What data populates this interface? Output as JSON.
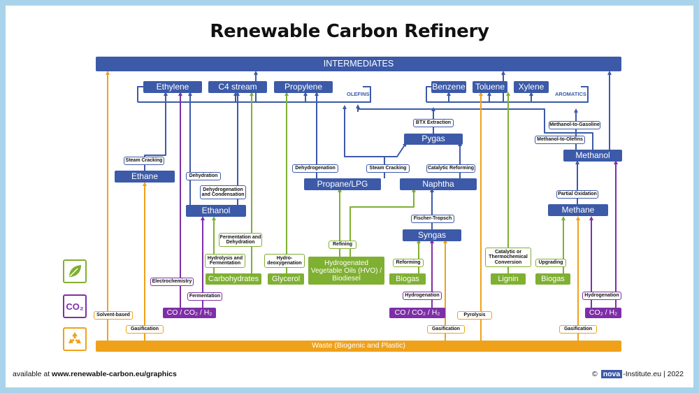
{
  "title": "Renewable Carbon Refinery",
  "top_bar": "INTERMEDIATES",
  "bottom_bar": "Waste (Biogenic and Plastic)",
  "groups": {
    "olefins": "OLEFINS",
    "aromatics": "AROMATICS"
  },
  "nodes": {
    "ethylene": "Ethylene",
    "c4_stream": "C4 stream",
    "propylene": "Propylene",
    "benzene": "Benzene",
    "toluene": "Toluene",
    "xylene": "Xylene",
    "pygas": "Pygas",
    "ethane": "Ethane",
    "ethanol": "Ethanol",
    "propane_lpg": "Propane/LPG",
    "naphtha": "Naphtha",
    "methanol": "Methanol",
    "methane": "Methane",
    "syngas": "Syngas",
    "carbohydrates": "Carbohydrates",
    "glycerol": "Glycerol",
    "hvo": "Hydrogenated Vegetable Oils (HVO) / Biodiesel",
    "biogas_mid": "Biogas",
    "lignin": "Lignin",
    "biogas_right": "Biogas",
    "co_co2_h2_left": "CO / CO₂ / H₂",
    "co_co2_h2_mid": "CO / CO₂ / H₂",
    "co2_h2_right": "CO₂ / H₂"
  },
  "labels": {
    "steam_cracking_left": "Steam Cracking",
    "dehydration": "Dehydration",
    "dehydrogenation_condensation": "Dehydrogenation and Condensation",
    "fermentation_dehydration": "Fermentation and Dehydration",
    "hydrolysis_fermentation": "Hydrolysis and Fermentation",
    "hydrodeoxygenation": "Hydro-deoxygenation",
    "electrochemistry": "Electrochemistry",
    "fermentation": "Fermentation",
    "solvent_based": "Solvent-based",
    "gasification_left": "Gasification",
    "dehydrogenation": "Dehydrogenation",
    "refining": "Refining",
    "btx_extraction": "BTX Extraction",
    "steam_cracking_mid": "Steam Cracking",
    "catalytic_reforming": "Catalytic Reforming",
    "fischer_tropsch": "Fischer-Tropsch",
    "reforming": "Reforming",
    "hydrogenation_mid": "Hydrogenation",
    "gasification_mid": "Gasification",
    "pyrolysis": "Pyrolysis",
    "catalytic_thermochemical": "Catalytic or Thermochemical Conversion",
    "methanol_to_gasoline": "Methanol-to-Gasoline",
    "methanol_to_olefins": "Methanol-to-Olefins",
    "partial_oxidation": "Partial Oxidation",
    "upgrading": "Upgrading",
    "hydrogenation_right": "Hydrogenation",
    "gasification_right": "Gasification"
  },
  "legend": {
    "co2_text": "CO₂"
  },
  "icons": [
    "leaf-icon",
    "co2-icon",
    "recycle-icon"
  ],
  "footer": {
    "left_prefix": "available at ",
    "left_url": "www.renewable-carbon.eu/graphics",
    "right_copyright": "©",
    "right_brand": "nova",
    "right_suffix": "-Institute.eu | 2022"
  },
  "colors": {
    "navy": "#3c5aa8",
    "green": "#7fb032",
    "purple": "#7e2fa7",
    "orange": "#f0a11a",
    "frame": "#a9d3ea"
  }
}
